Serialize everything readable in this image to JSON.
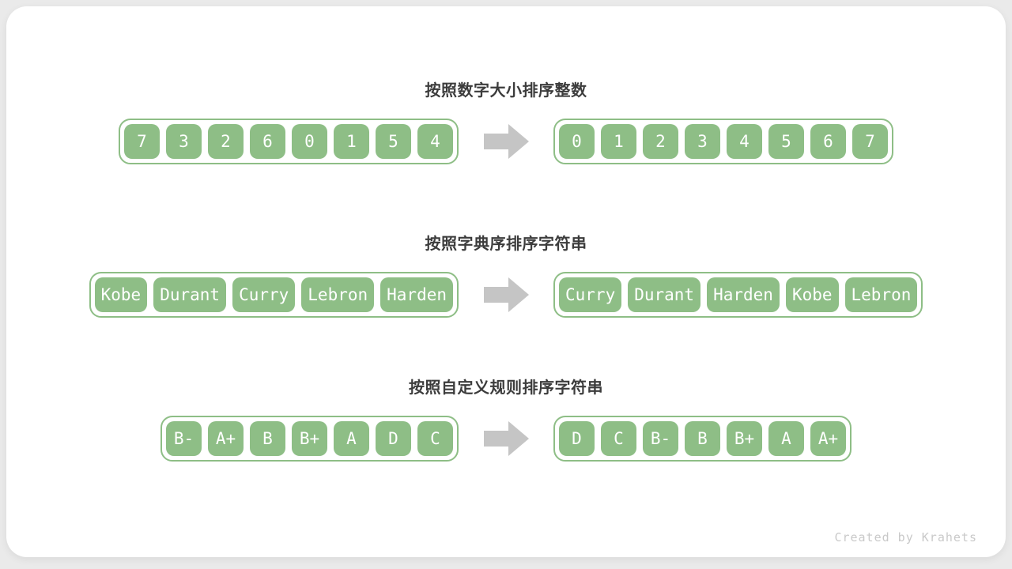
{
  "colors": {
    "box_green": "#8EBE86",
    "arrow_gray": "#C5C5C5",
    "title_text": "#3C3C3C",
    "watermark_text": "#C9C9C9",
    "page_bg": "#EAEAEA",
    "card_bg": "#FFFFFF"
  },
  "icons": {
    "arrow": "right-block-arrow"
  },
  "watermark": "Created by Krahets",
  "sections": [
    {
      "title": "按照数字大小排序整数",
      "before": [
        "7",
        "3",
        "2",
        "6",
        "0",
        "1",
        "5",
        "4"
      ],
      "after": [
        "0",
        "1",
        "2",
        "3",
        "4",
        "5",
        "6",
        "7"
      ]
    },
    {
      "title": "按照字典序排序字符串",
      "before": [
        "Kobe",
        "Durant",
        "Curry",
        "Lebron",
        "Harden"
      ],
      "after": [
        "Curry",
        "Durant",
        "Harden",
        "Kobe",
        "Lebron"
      ]
    },
    {
      "title": "按照自定义规则排序字符串",
      "before": [
        "B-",
        "A+",
        "B",
        "B+",
        "A",
        "D",
        "C"
      ],
      "after": [
        "D",
        "C",
        "B-",
        "B",
        "B+",
        "A",
        "A+"
      ]
    }
  ]
}
